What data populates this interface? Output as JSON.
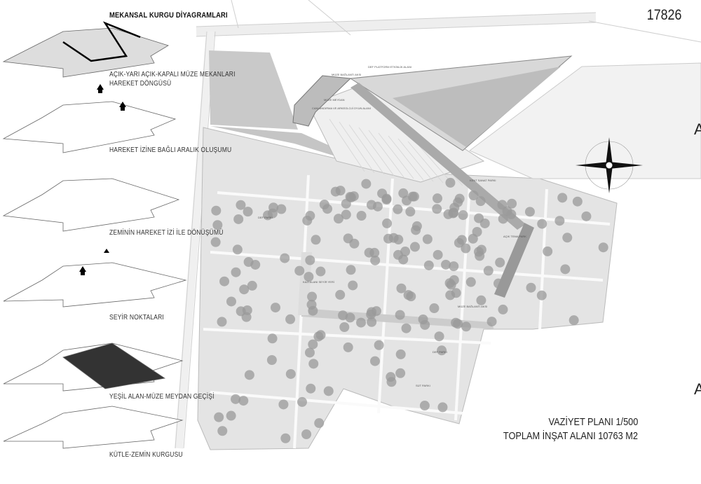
{
  "board": {
    "project_number": "17826",
    "plan_title": "VAZİYET PLANI 1/500",
    "total_area": "TOPLAM İNŞAT ALANI 10763 M2",
    "edge_letters": [
      "A",
      "A"
    ]
  },
  "diagrams": {
    "title": "MEKANSAL KURGU DİYAGRAMLARI",
    "captions": [
      "AÇIK-YARI AÇIK-KAPALI MÜZE MEKANLARI",
      "HAREKET DÖNGÜSÜ",
      "HAREKET İZİNE BAĞLI ARALIK OLUŞUMU",
      "ZEMİNİN HAREKET İZİ İLE DÖNÜŞÜMÜ",
      "SEYİR NOKTALARI",
      "YEŞİL ALAN-MÜZE MEYDAN GEÇİŞİ",
      "KÜTLE-ZEMİN KURGUSU"
    ]
  },
  "plan_labels": {
    "event_area": "DEF PLATFORM ETKİNLİK ALANI",
    "museum_road": "MÜZE BAĞLANTI AKSI",
    "museum_square": "MÜZE MEYDAN",
    "play_area": "CANLANDIRMA VE ARKEOLOJİ OYUN ALANI",
    "park_1": "DEF PARKI",
    "park_2": "DEF PARKI",
    "park_3": "SÜT PARKI",
    "ruins": "KAZI ALANI SEYİR YERİ",
    "art_park": "KENT SANAT PARKI",
    "museum_link": "MÜZE BAĞLANTI AKSI",
    "open_park": "AÇIK TEMA PARK"
  },
  "colors": {
    "ink": "#222222",
    "tree": "#9a9a9a",
    "ground": "#e6e6e6"
  }
}
